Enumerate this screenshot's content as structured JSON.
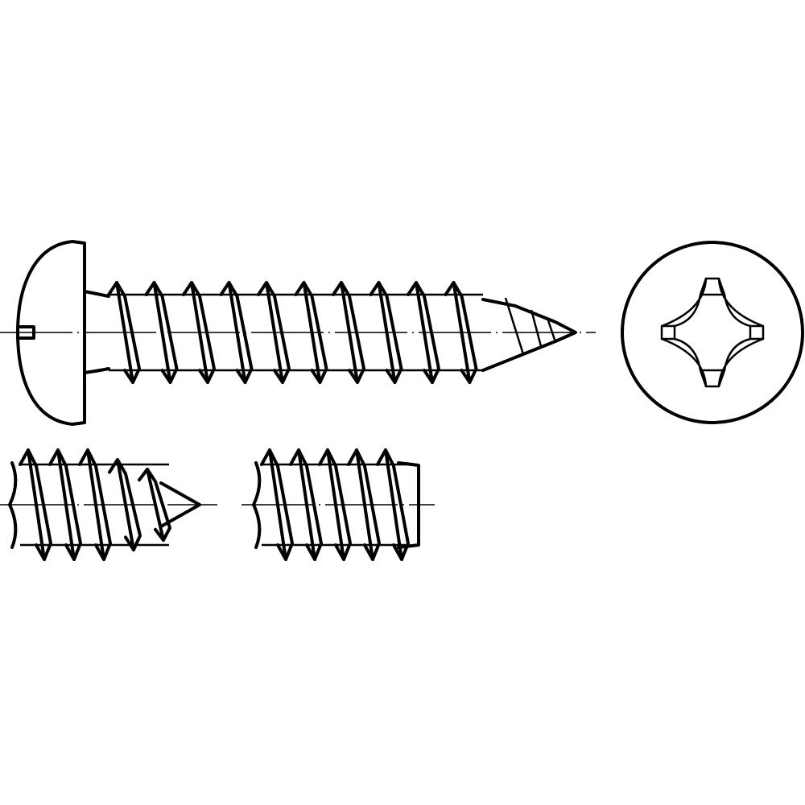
{
  "colors": {
    "line": "#000000",
    "background": "#ffffff"
  },
  "drawing": {
    "views": [
      "side-view-pan-head-screw",
      "top-view-phillips-head",
      "point-type-c",
      "point-type-f"
    ]
  }
}
